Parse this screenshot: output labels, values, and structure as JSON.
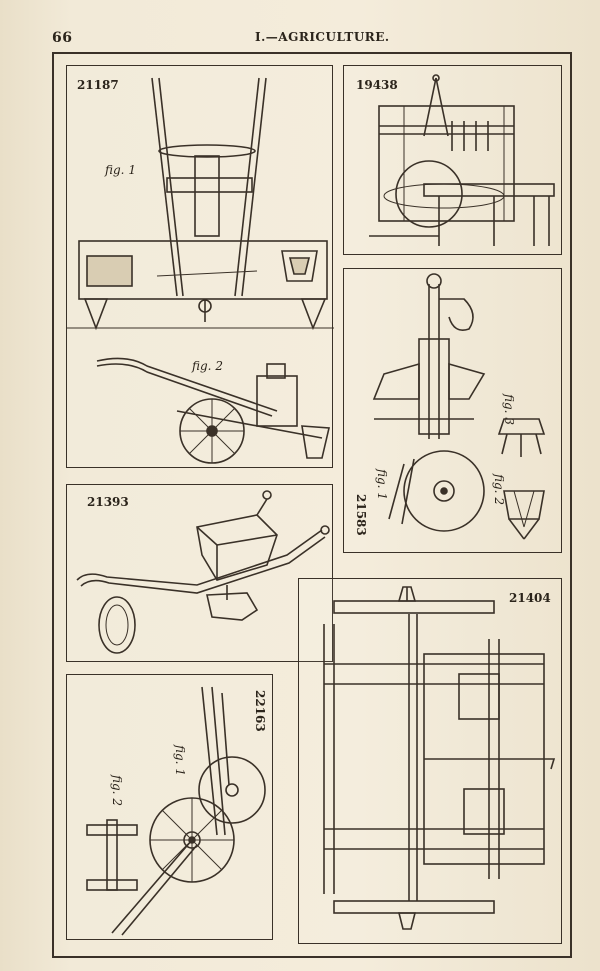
{
  "header": {
    "page_number": "66",
    "running_head": "I.—AGRICULTURE."
  },
  "figures": {
    "p21187": {
      "number": "21187",
      "fig1": "fig. 1",
      "fig2": "fig. 2"
    },
    "p19438": {
      "number": "19438"
    },
    "p21583": {
      "number": "21583",
      "fig1": "fig. 1",
      "fig2": "fig. 2",
      "fig3": "fig. 3"
    },
    "p21393": {
      "number": "21393"
    },
    "p22163": {
      "number": "22163",
      "fig1": "fig. 1",
      "fig2": "fig. 2"
    },
    "p21404": {
      "number": "21404"
    }
  }
}
